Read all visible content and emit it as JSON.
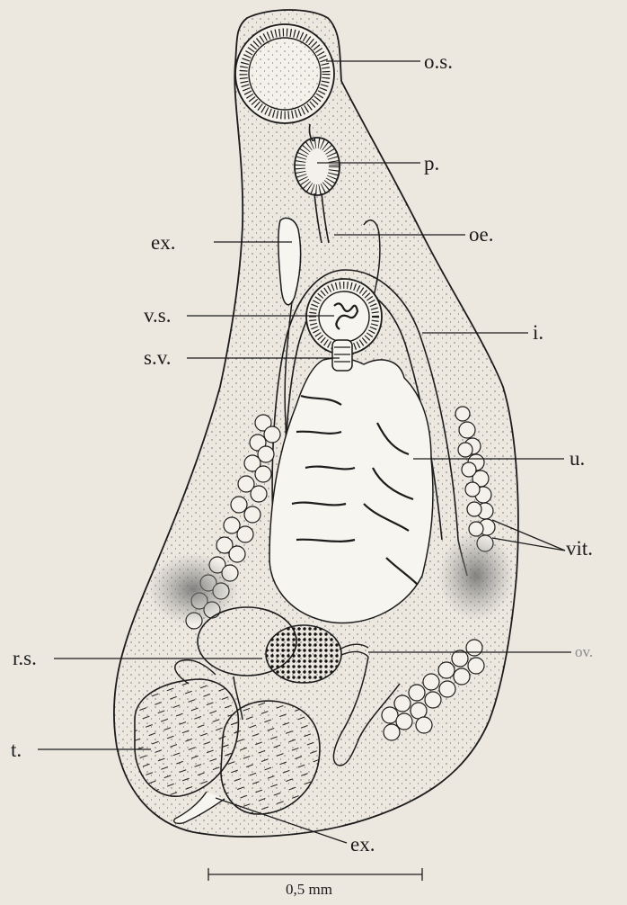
{
  "labels": {
    "os": "o.s.",
    "p": "p.",
    "oe": "oe.",
    "ex_top": "ex.",
    "vs": "v.s.",
    "sv": "s.v.",
    "i": "i.",
    "u": "u.",
    "vit": "vit.",
    "rs": "r.s.",
    "ov": "ov.",
    "t": "t.",
    "ex_bottom": "ex."
  },
  "scale_bar": {
    "label": "0,5 mm"
  },
  "colors": {
    "paper": "#ece8e0",
    "ink": "#1c1c1c",
    "smudge": "#8c8c8c"
  }
}
